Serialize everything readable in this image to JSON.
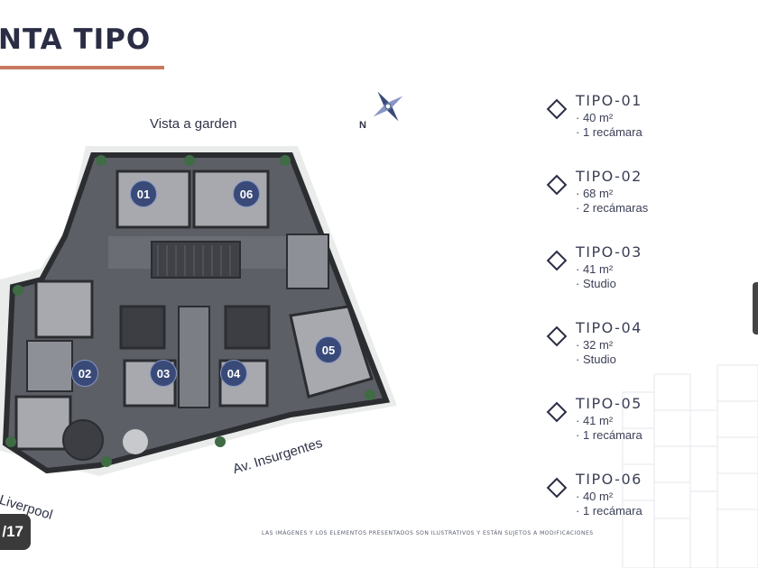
{
  "header": {
    "title": "NTA TIPO"
  },
  "plan": {
    "streets": {
      "top": "Vista a garden",
      "bottom": "Av. Insurgentes",
      "left": "Liverpool"
    },
    "compass_label": "N",
    "units": [
      "01",
      "06",
      "02",
      "03",
      "04",
      "05"
    ]
  },
  "legend": [
    {
      "name": "TIPO-01",
      "area": "· 40 m²",
      "rooms": "· 1 recámara"
    },
    {
      "name": "TIPO-02",
      "area": "· 68 m²",
      "rooms": "· 2 recámaras"
    },
    {
      "name": "TIPO-03",
      "area": "· 41 m²",
      "rooms": "· Studio"
    },
    {
      "name": "TIPO-04",
      "area": "· 32 m²",
      "rooms": "· Studio"
    },
    {
      "name": "TIPO-05",
      "area": "· 41 m²",
      "rooms": "· 1 recámara"
    },
    {
      "name": "TIPO-06",
      "area": "· 40 m²",
      "rooms": "· 1 recámara"
    }
  ],
  "disclaimer": "LAS IMÁGENES Y LOS ELEMENTOS PRESENTADOS SON ILUSTRATIVOS Y ESTÁN SUJETOS A MODIFICACIONES",
  "pager": {
    "label": "/17"
  },
  "colors": {
    "accent": "#c9795f",
    "badge": "#3a4a78",
    "plan_floor": "#5c5f66",
    "plan_wall": "#2b2d31"
  }
}
